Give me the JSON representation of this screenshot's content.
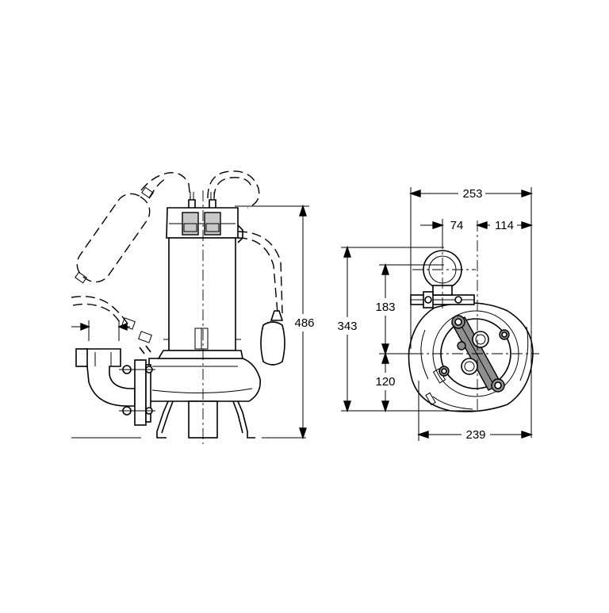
{
  "dimensions": {
    "total_height": "486",
    "overall_width": "253",
    "flange_offset": "74",
    "right_offset": "114",
    "depth": "343",
    "upper_depth": "183",
    "lower_depth": "120",
    "base_width": "239"
  }
}
